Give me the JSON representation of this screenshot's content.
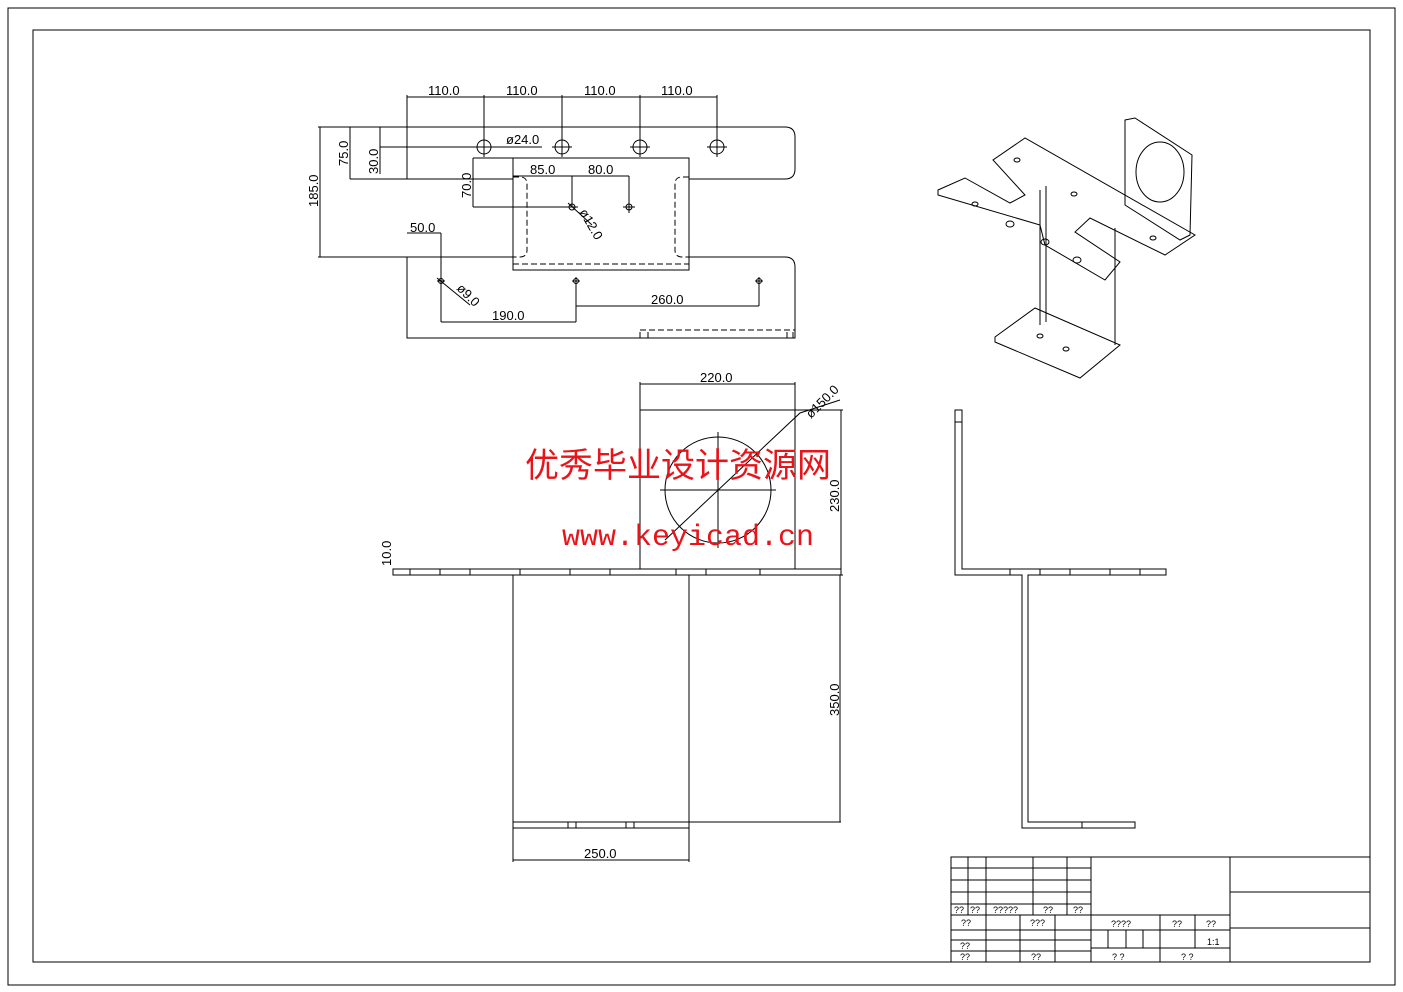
{
  "watermark": {
    "title": "优秀毕业设计资源网",
    "url": "www.keyicad.cn"
  },
  "top_view": {
    "hole_pitch": [
      "110.0",
      "110.0",
      "110.0",
      "110.0"
    ],
    "hole_dia_large": "ø24.0",
    "dim_75": "75.0",
    "dim_30": "30.0",
    "dim_185": "185.0",
    "dim_85": "85.0",
    "dim_80": "80.0",
    "dim_70": "70.0",
    "hole_dia_mid": "ø12.0",
    "dim_50": "50.0",
    "hole_dia_small": "ø9.0",
    "dim_190": "190.0",
    "dim_260": "260.0"
  },
  "front_view": {
    "dim_220": "220.0",
    "hole_dia_big": "ø150.0",
    "dim_230": "230.0",
    "dim_10": "10.0",
    "dim_350": "350.0",
    "dim_250": "250.0"
  },
  "title_block": {
    "row_a": [
      "??",
      "??",
      "?????",
      "??",
      "??"
    ],
    "row_b": [
      "??",
      "???",
      "????",
      "??",
      "??"
    ],
    "scale": "1:1",
    "row_c": [
      "??"
    ],
    "row_d": [
      "??",
      "??",
      "?  ?",
      "?  ?"
    ]
  }
}
